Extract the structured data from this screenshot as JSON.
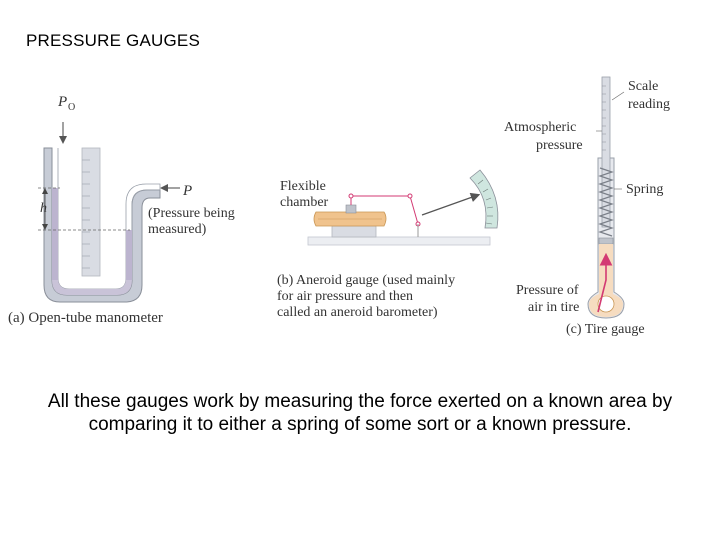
{
  "page": {
    "title": "PRESSURE GAUGES",
    "caption": "All these gauges work by measuring the force exerted on a known area by comparing it to either a spring of some sort or a known pressure."
  },
  "manometer": {
    "p0_label": "P",
    "p0_subscript": "O",
    "h_label": "h",
    "p_label": "P",
    "measured_line1": "(Pressure being",
    "measured_line2": "measured)",
    "caption": "(a) Open-tube manometer"
  },
  "aneroid": {
    "chamber_line1": "Flexible",
    "chamber_line2": "chamber",
    "caption_line1": "(b) Aneroid gauge (used mainly",
    "caption_line2": "for air pressure and then",
    "caption_line3": "called an aneroid barometer)"
  },
  "tire": {
    "scale_line1": "Scale",
    "scale_line2": "reading",
    "atm_line1": "Atmospheric",
    "atm_line2": "pressure",
    "spring_label": "Spring",
    "pressure_line1": "Pressure of",
    "pressure_line2": "air in tire",
    "caption": "(c) Tire gauge"
  },
  "colors": {
    "tube_fill": "#c7ccd6",
    "liquid": "#c9c3d8",
    "arrow": "#d33a73",
    "chamber": "#f0c38d",
    "pointer": "#555555"
  }
}
